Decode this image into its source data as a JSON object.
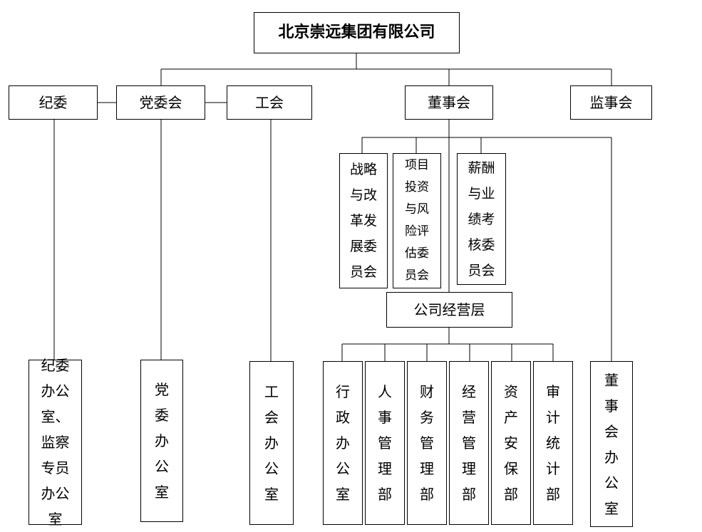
{
  "org": {
    "root": "北京崇远集团有限公司",
    "top": {
      "jiwei": "纪委",
      "dangwei": "党委会",
      "gonghui": "工会",
      "dongshihui": "董事会",
      "jianshihui": "监事会"
    },
    "committees": {
      "strategy": "战略与改革发展委员会",
      "project": "项目投资与风险评估委员会",
      "salary": "薪酬与业绩考核委员会"
    },
    "management": "公司经营层",
    "departments": {
      "jiwei_office": "纪委办公室、监察专员办公室",
      "dangwei_office": "党委办公室",
      "gonghui_office": "工会办公室",
      "admin": "行政办公室",
      "hr": "人事管理部",
      "finance": "财务管理部",
      "operation": "经营管理部",
      "asset": "资产安保部",
      "audit": "审计统计部",
      "board_office": "董事会办公室"
    }
  }
}
